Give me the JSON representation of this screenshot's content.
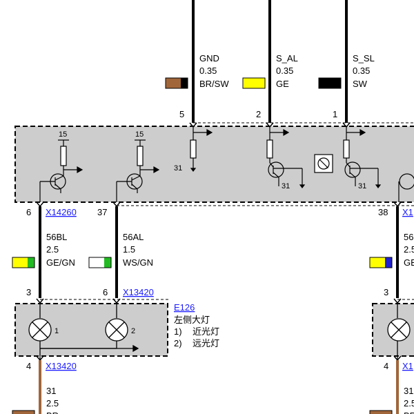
{
  "top_wires": [
    {
      "signal": "GND",
      "cross_section": "0.35",
      "color": "BR/SW",
      "pin": "5",
      "swatch": [
        "#a0663a",
        "#000000"
      ]
    },
    {
      "signal": "S_AL",
      "cross_section": "0.35",
      "color": "GE",
      "pin": "2",
      "swatch": [
        "#ffff00",
        "#ffff00"
      ]
    },
    {
      "signal": "S_SL",
      "cross_section": "0.35",
      "color": "SW",
      "pin": "1",
      "swatch": [
        "#000000",
        "#000000"
      ]
    }
  ],
  "module": {
    "supply_labels": [
      "15",
      "15"
    ],
    "ground_labels": [
      "31",
      "31",
      "31"
    ]
  },
  "module_pins": {
    "left_pin": "6",
    "left_connector": "X14260",
    "mid_pin": "37",
    "right_pin": "38",
    "right_connector": "X1"
  },
  "mid_wires": [
    {
      "signal": "56BL",
      "cross_section": "2.5",
      "color": "GE/GN",
      "swatch": [
        "#ffff00",
        "#22bb22"
      ]
    },
    {
      "signal": "56AL",
      "cross_section": "1.5",
      "color": "WS/GN",
      "swatch": [
        "#ffffff",
        "#22bb22"
      ]
    },
    {
      "signal": "56",
      "cross_section": "2.5",
      "color": "GE",
      "swatch": [
        "#ffff00",
        "#2222cc"
      ]
    }
  ],
  "lamp_pins": {
    "left_in": "3",
    "mid_in": "6",
    "connector_in": "X13420",
    "right_in": "3",
    "left_out": "4",
    "connector_out": "X13420",
    "right_out": "4",
    "right_connector_out": "X1"
  },
  "lamp_unit": {
    "id": "E126",
    "name": "左侧大灯",
    "lamp1_no": "1",
    "lamp2_no": "2",
    "legend": [
      {
        "no": "1)",
        "text": "近光灯"
      },
      {
        "no": "2)",
        "text": "远光灯"
      }
    ]
  },
  "bottom_wires": [
    {
      "signal": "31",
      "cross_section": "2.5",
      "color": "BR"
    },
    {
      "signal": "31",
      "cross_section": "2.5",
      "color": "BR"
    }
  ]
}
